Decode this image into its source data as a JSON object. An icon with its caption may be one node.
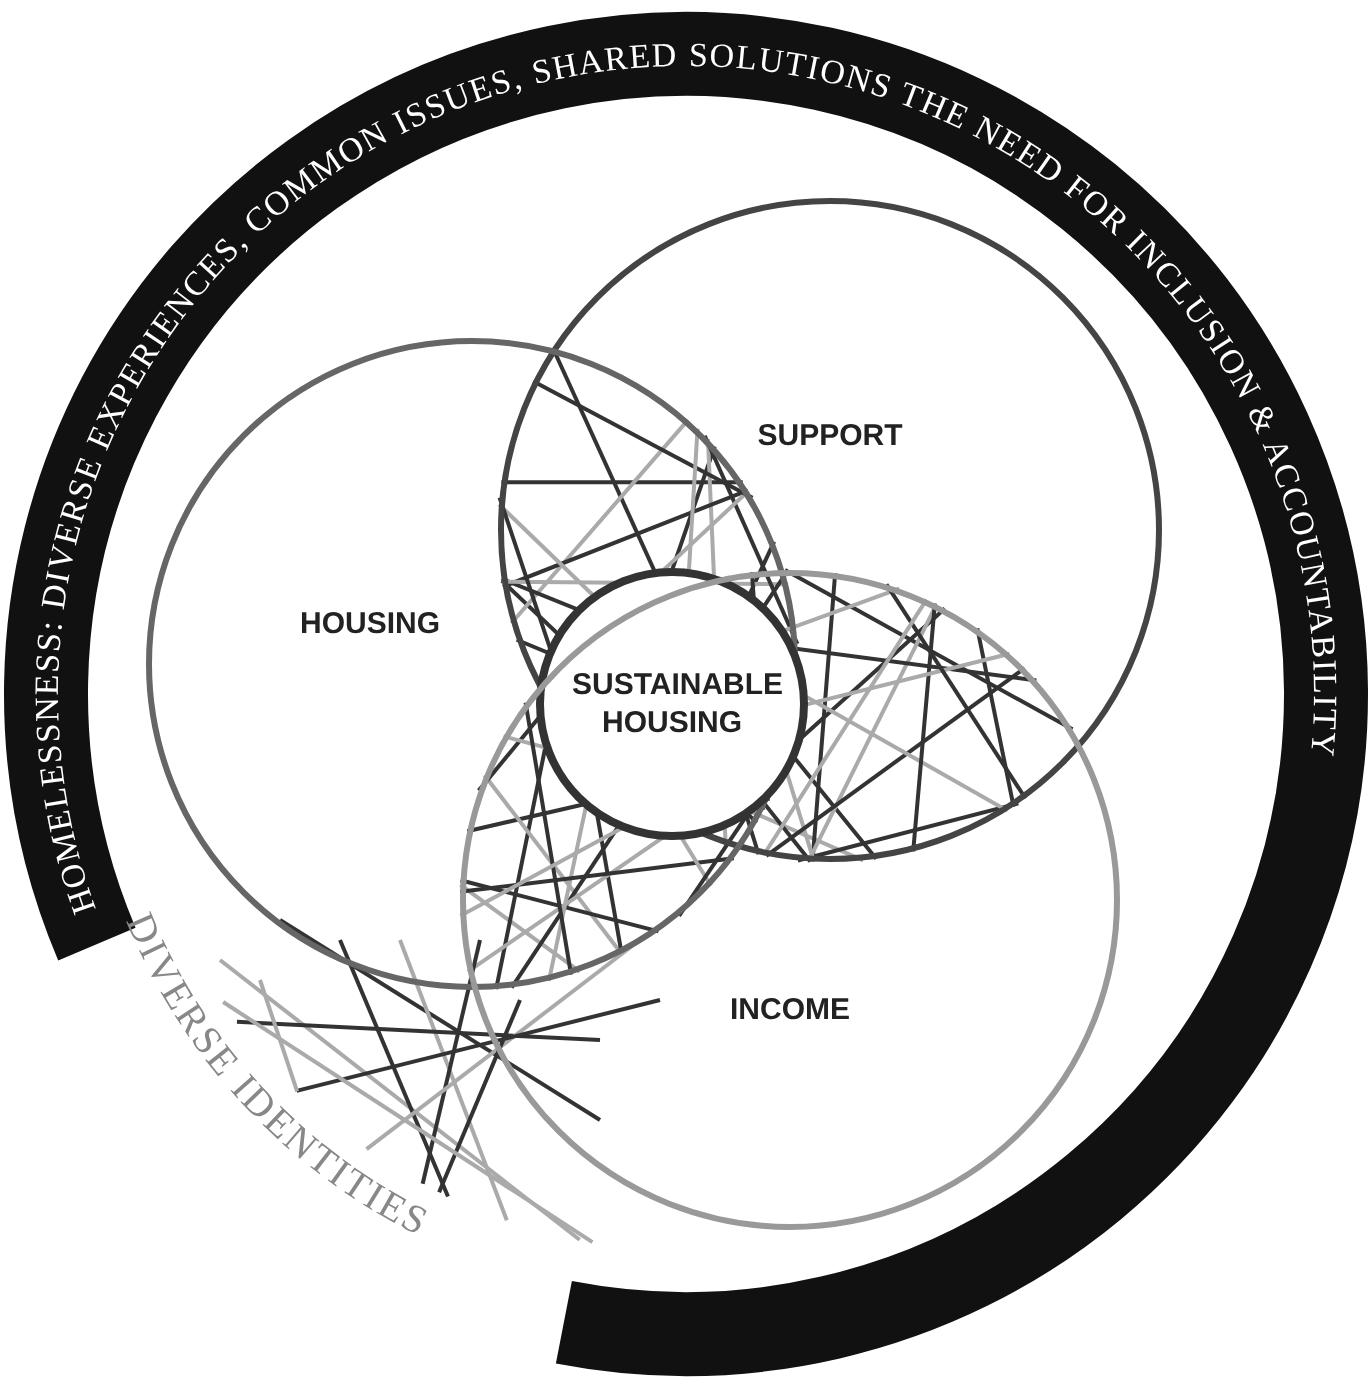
{
  "diagram": {
    "nodes": [
      {
        "text": [
          "SUPPORT"
        ]
      },
      {
        "text": [
          "HOUSING"
        ]
      },
      {
        "text": [
          "SUSTAINABLE HOUSING"
        ]
      },
      {
        "text": [
          "INCOME"
        ]
      }
    ],
    "labels": [
      "HOMELESSNESS: DIVERSE EXPERIENCES, COMMON ISSUES, SHARED SOLUTIONS THE NEED FOR INCLUSION & ACCOUNTABILITY",
      "DIVERSE IDENTITIES"
    ]
  }
}
